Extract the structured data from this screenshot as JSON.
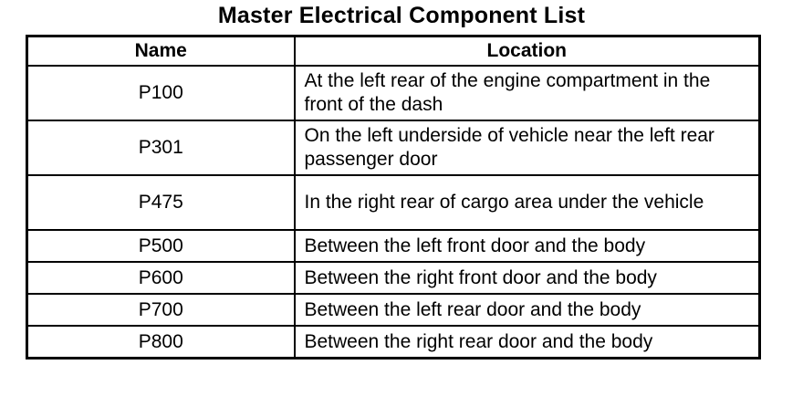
{
  "title": "Master Electrical Component List",
  "columns": {
    "name": "Name",
    "location": "Location"
  },
  "rows": [
    {
      "name": "P100",
      "location": "At the left rear of the engine compartment in the front of the dash"
    },
    {
      "name": "P301",
      "location": "On the left underside of vehicle near the left rear passenger door"
    },
    {
      "name": "P475",
      "location": "In the right rear of cargo area under the vehicle"
    },
    {
      "name": "P500",
      "location": "Between the left front door and the body"
    },
    {
      "name": "P600",
      "location": "Between the right front door and the body"
    },
    {
      "name": "P700",
      "location": "Between the left rear door and the body"
    },
    {
      "name": "P800",
      "location": "Between the right rear door and the body"
    }
  ]
}
